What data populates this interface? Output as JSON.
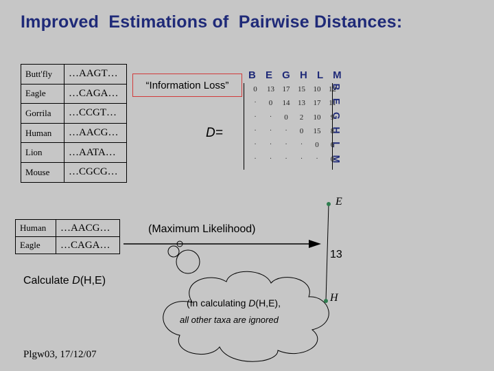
{
  "title": "Improved  Estimations of  Pairwise Distances:",
  "alignment": [
    {
      "taxon": "Butt'fly",
      "seq": "…AAGT…"
    },
    {
      "taxon": "Eagle",
      "seq": "…CAGA…"
    },
    {
      "taxon": "Gorrila",
      "seq": "…CCGT…"
    },
    {
      "taxon": "Human",
      "seq": "…AACG…"
    },
    {
      "taxon": "Lion",
      "seq": "…AATA…"
    },
    {
      "taxon": "Mouse",
      "seq": "…CGCG…"
    }
  ],
  "pair_alignment": [
    {
      "taxon": "Human",
      "seq": "…AACG…"
    },
    {
      "taxon": "Eagle",
      "seq": "…CAGA…"
    }
  ],
  "info_loss_label": "“Information Loss”",
  "matrix_header": "B E G H L M",
  "matrix_side": [
    "B",
    "E",
    "G",
    "H",
    "L",
    "M"
  ],
  "d_label": "D=",
  "matrix_rows": [
    [
      "0",
      "13",
      "17",
      "15",
      "10",
      "12"
    ],
    [
      "",
      "0",
      "14",
      "13",
      "17",
      "11"
    ],
    [
      "",
      "",
      "0",
      "2",
      "10",
      "9"
    ],
    [
      "",
      "",
      "",
      "0",
      "15",
      "8"
    ],
    [
      "",
      "",
      "",
      "",
      "0",
      "6"
    ],
    [
      "",
      "",
      "",
      "",
      "",
      "0"
    ]
  ],
  "tree": {
    "top_label": "E",
    "bottom_label": "H",
    "branch_length": "13"
  },
  "ml_label": "(Maximum Likelihood)",
  "calc_label": "Calculate D(H,E)",
  "cloud_line1": "(In calculating D(H,E),",
  "cloud_line2": "all other taxa are ignored",
  "footer": "Plgw03, 17/12/07",
  "colors": {
    "title": "#1f2a78",
    "background": "#c6c6c6",
    "info_box": "#d23a3a",
    "tree_node": "#2e7d4f"
  }
}
